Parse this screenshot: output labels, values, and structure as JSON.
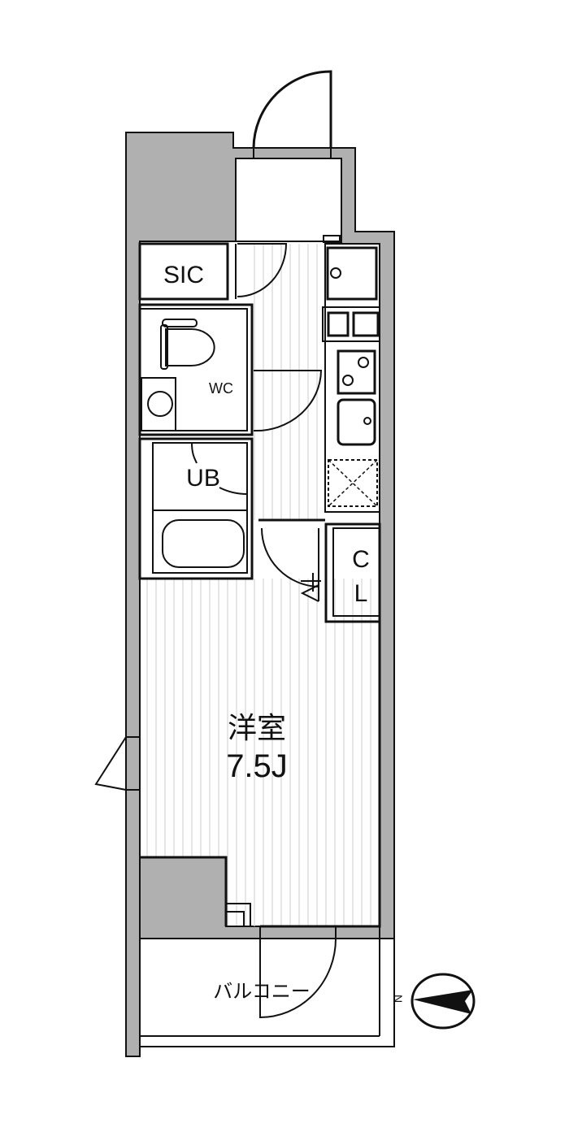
{
  "floorplan": {
    "rooms": {
      "sic": "SIC",
      "wc": "WC",
      "ub": "UB",
      "closet_c": "C",
      "closet_l": "L",
      "western_room": "洋室",
      "western_room_size": "7.5J",
      "balcony": "バルコニー"
    },
    "compass": {
      "north_label": "N"
    },
    "colors": {
      "wall": "#b0b0b0",
      "line": "#111111",
      "floor_stripe": "#d8d8d8"
    }
  }
}
